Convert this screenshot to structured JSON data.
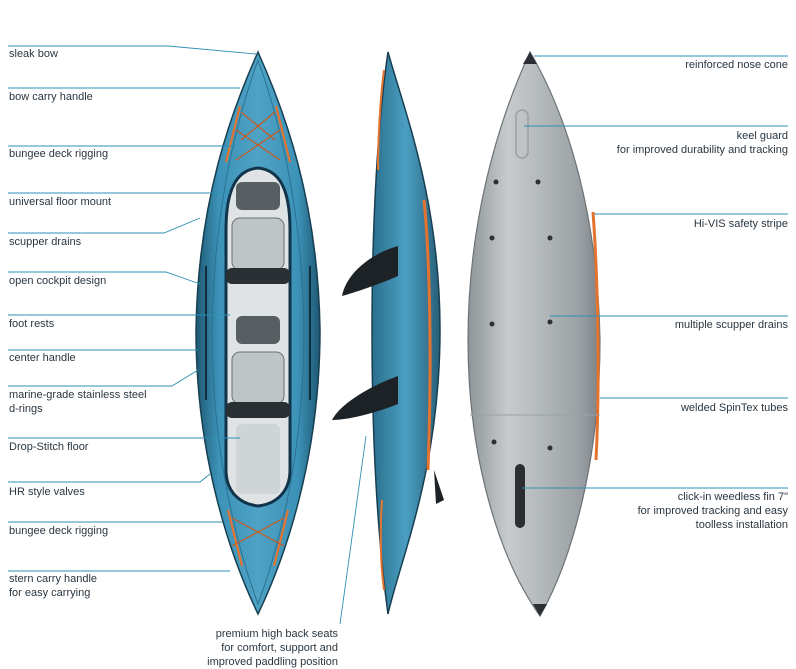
{
  "colors": {
    "leader": "#2d8fb4",
    "hull_blue": "#3d8fb3",
    "hull_dark": "#1f4f66",
    "underside_grey": "#a9aeb1",
    "accent_orange": "#e2682a"
  },
  "left_labels": [
    {
      "id": "sleak-bow",
      "lines": [
        "sleak bow"
      ]
    },
    {
      "id": "bow-carry-handle",
      "lines": [
        "bow carry handle"
      ]
    },
    {
      "id": "bungee-deck-rigging-front",
      "lines": [
        "bungee deck rigging"
      ]
    },
    {
      "id": "universal-floor-mount",
      "lines": [
        "universal floor mount"
      ]
    },
    {
      "id": "scupper-drains",
      "lines": [
        "scupper drains"
      ]
    },
    {
      "id": "open-cockpit-design",
      "lines": [
        "open cockpit design"
      ]
    },
    {
      "id": "foot-rests",
      "lines": [
        "foot rests"
      ]
    },
    {
      "id": "center-handle",
      "lines": [
        "center handle"
      ]
    },
    {
      "id": "marine-grade-d-rings",
      "lines": [
        "marine-grade stainless steel",
        "d-rings"
      ]
    },
    {
      "id": "drop-stitch-floor",
      "lines": [
        "Drop-Stitch floor"
      ]
    },
    {
      "id": "hr-style-valves",
      "lines": [
        "HR style valves"
      ]
    },
    {
      "id": "bungee-deck-rigging-rear",
      "lines": [
        "bungee deck rigging"
      ]
    },
    {
      "id": "stern-carry-handle",
      "lines": [
        "stern carry handle",
        "for easy carrying"
      ]
    }
  ],
  "bottom_label": {
    "id": "premium-seats",
    "lines": [
      "premium high back seats",
      "for comfort, support and",
      "improved paddling position"
    ]
  },
  "right_labels": [
    {
      "id": "reinforced-nose-cone",
      "lines": [
        "reinforced nose cone"
      ]
    },
    {
      "id": "keel-guard",
      "lines": [
        "keel guard",
        "for improved durability and tracking"
      ]
    },
    {
      "id": "hi-vis-stripe",
      "lines": [
        "Hi-VIS safety stripe"
      ]
    },
    {
      "id": "multiple-scupper-drains",
      "lines": [
        "multiple scupper drains"
      ]
    },
    {
      "id": "welded-spintex-tubes",
      "lines": [
        "welded SpinTex tubes"
      ]
    },
    {
      "id": "click-in-fin",
      "lines": [
        "click-in weedless fin 7\"",
        "for improved tracking and easy",
        "toolless installation"
      ]
    }
  ]
}
